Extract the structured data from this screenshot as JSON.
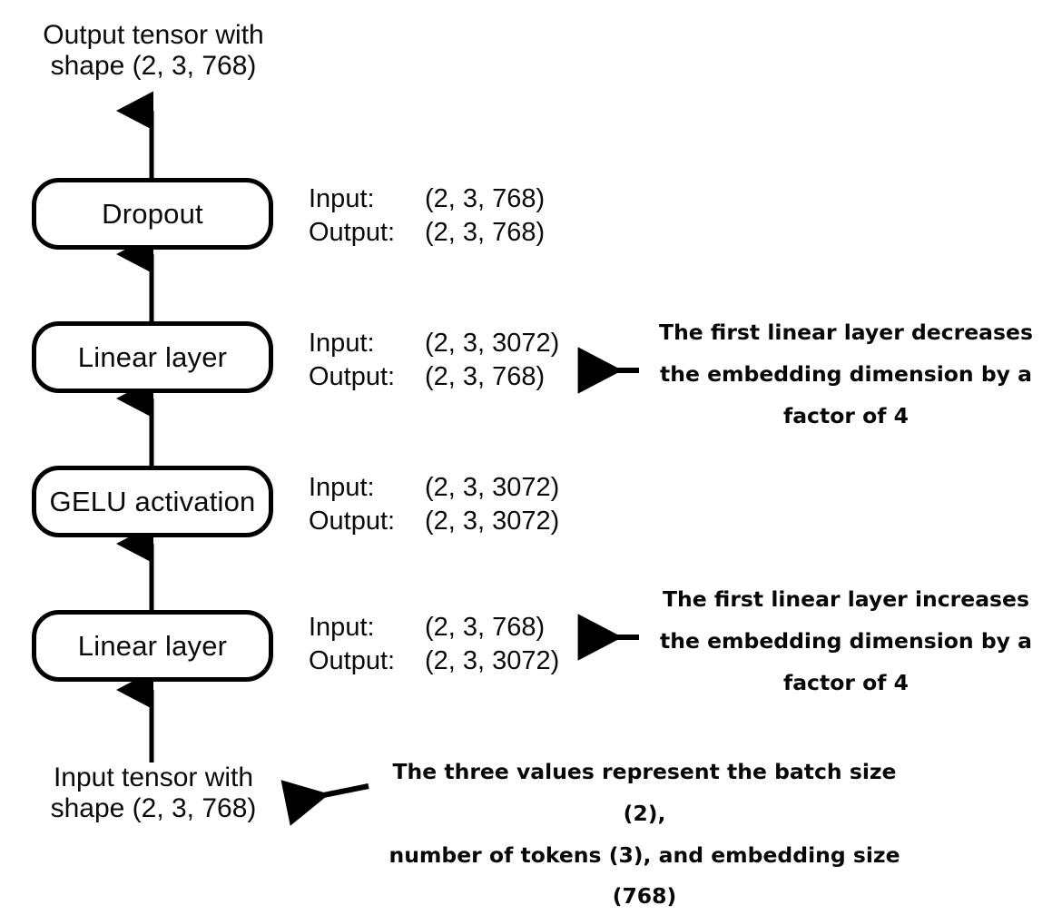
{
  "diagram": {
    "title": "Feed forward neural network module data flow",
    "background_color": "#ffffff",
    "stroke_color": "#000000",
    "text_color": "#0b0b0b"
  },
  "captions": {
    "output_tensor": "Output tensor with\nshape (2, 3, 768)",
    "output_tensor_line1": "Output tensor with",
    "output_tensor_line2": "shape (2, 3, 768)",
    "input_tensor_line1": "Input tensor with",
    "input_tensor_line2": "shape (2, 3, 768)"
  },
  "nodes": [
    {
      "id": "dropout",
      "label": "Dropout",
      "io": {
        "input_key": "Input:",
        "input_value": "(2, 3, 768)",
        "output_key": "Output:",
        "output_value": "(2, 3, 768)"
      }
    },
    {
      "id": "linear-2",
      "label": "Linear layer",
      "io": {
        "input_key": "Input:",
        "input_value": "(2, 3, 3072)",
        "output_key": "Output:",
        "output_value": "(2, 3, 768)"
      }
    },
    {
      "id": "gelu",
      "label": "GELU activation",
      "io": {
        "input_key": "Input:",
        "input_value": "(2, 3, 3072)",
        "output_key": "Output:",
        "output_value": "(2, 3, 3072)"
      }
    },
    {
      "id": "linear-1",
      "label": "Linear layer",
      "io": {
        "input_key": "Input:",
        "input_value": "(2, 3, 768)",
        "output_key": "Output:",
        "output_value": "(2, 3, 3072)"
      }
    }
  ],
  "notes": {
    "decrease": {
      "line1": "The first linear layer decreases",
      "line2": "the embedding dimension by a",
      "line3": "factor of 4"
    },
    "increase": {
      "line1": "The first linear layer increases",
      "line2": "the embedding dimension by a",
      "line3": "factor of 4"
    },
    "shape_meaning": {
      "line1": "The three values represent the batch size (2),",
      "line2": "number of tokens (3), and embedding size",
      "line3": "(768)"
    }
  }
}
